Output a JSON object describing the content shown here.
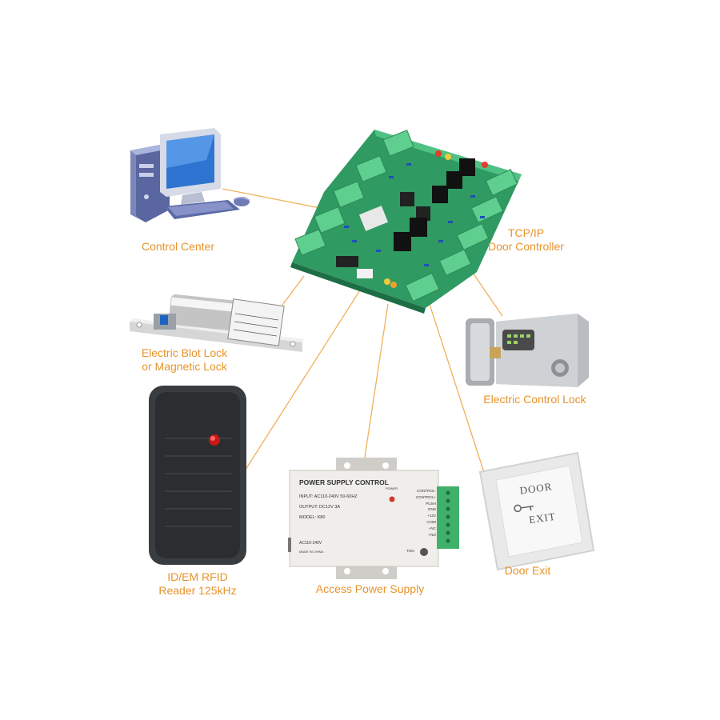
{
  "diagram": {
    "line_color": "#f0b15a",
    "label_color": "#e8932a",
    "nodes": {
      "control_center": {
        "label": "Control Center",
        "icon": "desktop-computer-icon"
      },
      "controller": {
        "label_lines": [
          "TCP/IP",
          "Door Controller"
        ],
        "icon": "circuit-board-icon"
      },
      "bolt_lock": {
        "label_lines": [
          "Electric Blot Lock",
          "or Magnetic Lock"
        ],
        "icon": "bolt-lock-icon"
      },
      "control_lock": {
        "label": "Electric Control Lock",
        "icon": "rim-lock-icon"
      },
      "rfid_reader": {
        "label_lines": [
          "ID/EM RFID",
          "Reader 125kHz"
        ],
        "icon": "rfid-reader-icon"
      },
      "power_supply": {
        "label": "Access Power Supply",
        "icon": "power-supply-icon",
        "panel_title": "POWER SUPPLY CONTROL",
        "specs": [
          "INPUT: AC110-240V  50-60HZ",
          "OUTPUT: DC12V  3A",
          "MODEL: K80"
        ],
        "ac_label": "AC110-240V",
        "made_in": "MADE IN CHINA",
        "power_led_label": "POWER",
        "time_label": "Time",
        "terminals": [
          "CONTROL-",
          "CONTROL+",
          "PUSH",
          "GND",
          "+12V",
          "-COM",
          "+NC",
          "+NO"
        ]
      },
      "door_exit": {
        "label": "Door Exit",
        "icon": "exit-button-icon",
        "button_top": "DOOR",
        "button_bottom": "EXIT"
      }
    }
  }
}
